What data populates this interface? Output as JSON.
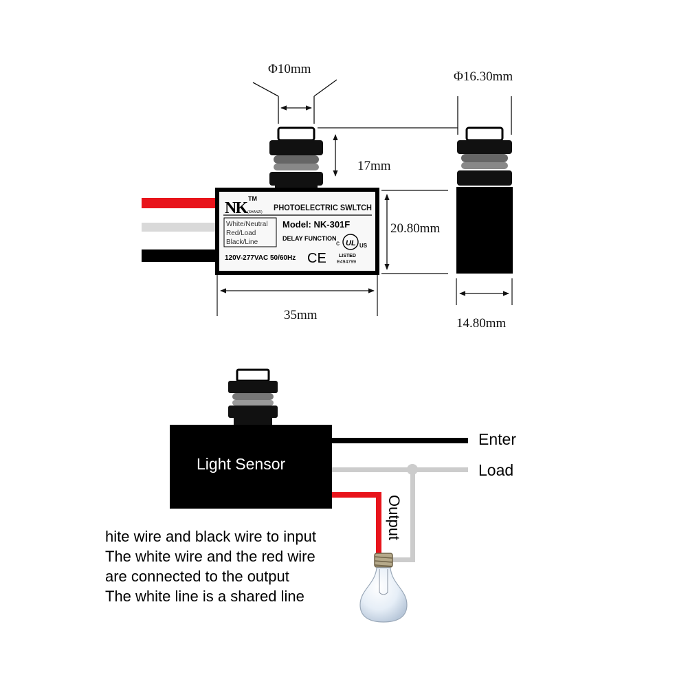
{
  "dimensions": {
    "cap_diameter": "Φ10mm",
    "side_diameter": "Φ16.30mm",
    "cap_height": "17mm",
    "body_height": "20.80mm",
    "body_width": "35mm",
    "side_width": "14.80mm"
  },
  "product_label": {
    "brand": "NK",
    "trademark": "TM",
    "brand_sub": "(SHANZI)",
    "title": "PHOTOELECTRIC SWLTCH",
    "model": "Model:  NK-301F",
    "wire_legend": [
      "White/Neutral",
      "Red/Load",
      "Black/Line"
    ],
    "feature": "DELAY FUNCTION",
    "rating": "120V-277VAC 50/60Hz",
    "ce": "CE",
    "ul": "UL",
    "ul_c": "c",
    "ul_us": "US",
    "listed": "LISTED",
    "listing_no": "E494799"
  },
  "wiring": {
    "sensor_label": "Light Sensor",
    "enter_label": "Enter",
    "load_label": "Load",
    "output_label": "Output"
  },
  "notes": [
    "hite wire and black wire to input",
    "The white wire and the red wire",
    "are connected to the output",
    "The white line is a shared line"
  ],
  "colors": {
    "wire_red": "#e8141b",
    "wire_white": "#cccccc",
    "wire_black": "#000000"
  }
}
